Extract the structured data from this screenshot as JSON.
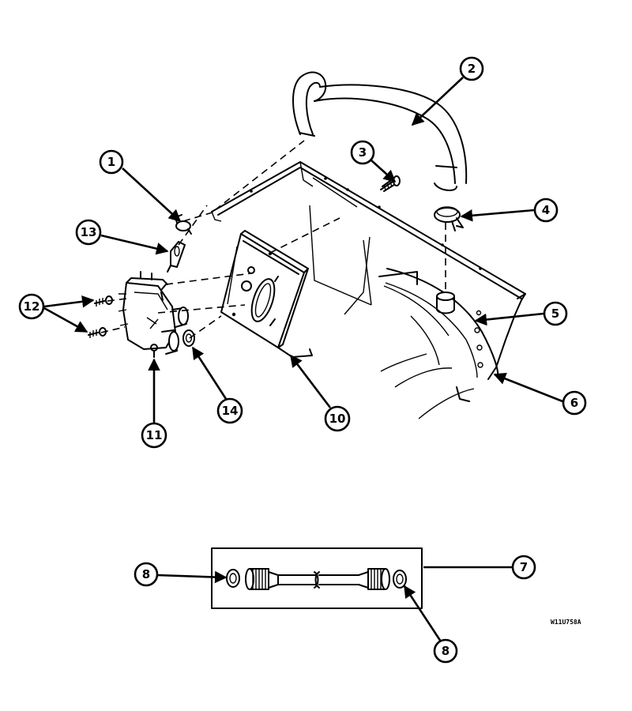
{
  "callouts": [
    {
      "id": "c1",
      "label": "1"
    },
    {
      "id": "c2",
      "label": "2"
    },
    {
      "id": "c3",
      "label": "3"
    },
    {
      "id": "c4",
      "label": "4"
    },
    {
      "id": "c5",
      "label": "5"
    },
    {
      "id": "c6",
      "label": "6"
    },
    {
      "id": "c7",
      "label": "7"
    },
    {
      "id": "c8a",
      "label": "8"
    },
    {
      "id": "c8b",
      "label": "8"
    },
    {
      "id": "c10",
      "label": "10"
    },
    {
      "id": "c11",
      "label": "11"
    },
    {
      "id": "c12",
      "label": "12"
    },
    {
      "id": "c13",
      "label": "13"
    },
    {
      "id": "c14",
      "label": "14"
    }
  ],
  "drawing_code": "W11U758A"
}
